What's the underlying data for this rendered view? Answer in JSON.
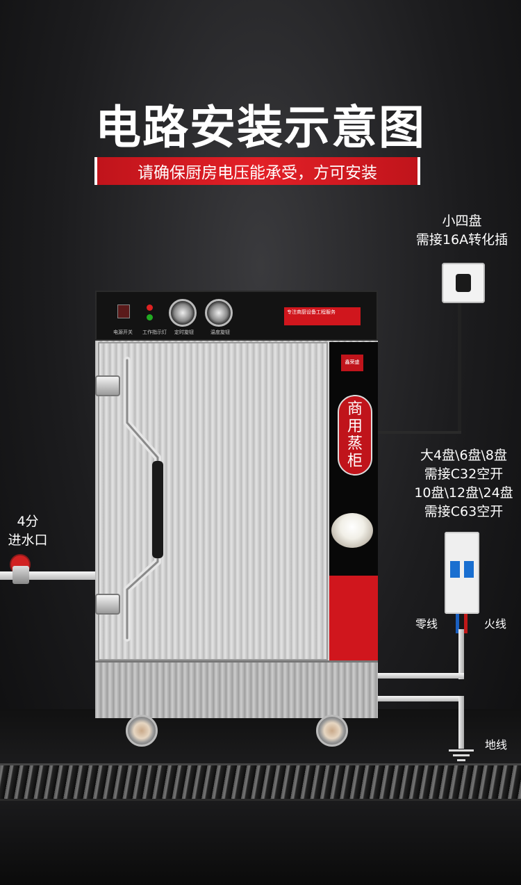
{
  "title": "电路安装示意图",
  "banner": "请确保厨房电压能承受，方可安装",
  "socket_note": {
    "line1": "小四盘",
    "line2": "需接16A转化插"
  },
  "breaker_note": {
    "line1": "大4盘\\6盘\\8盘",
    "line2": "需接C32空开",
    "line3": "10盘\\12盘\\24盘",
    "line4": "需接C63空开"
  },
  "water_note": {
    "line1": "4分",
    "line2": "进水口"
  },
  "wire_labels": {
    "neutral": "零线",
    "live": "火线",
    "ground": "地线"
  },
  "cabinet": {
    "panel_labels": [
      "电源开关",
      "工作指示灯",
      "定时旋钮",
      "温度旋钮"
    ],
    "badge": "专注商厨设备工程服务",
    "brand_logo": "鑫荣盛",
    "vertical_text": [
      "商",
      "用",
      "蒸",
      "柜"
    ]
  },
  "colors": {
    "accent_red": "#e32027",
    "background": "#1c1c1e"
  }
}
